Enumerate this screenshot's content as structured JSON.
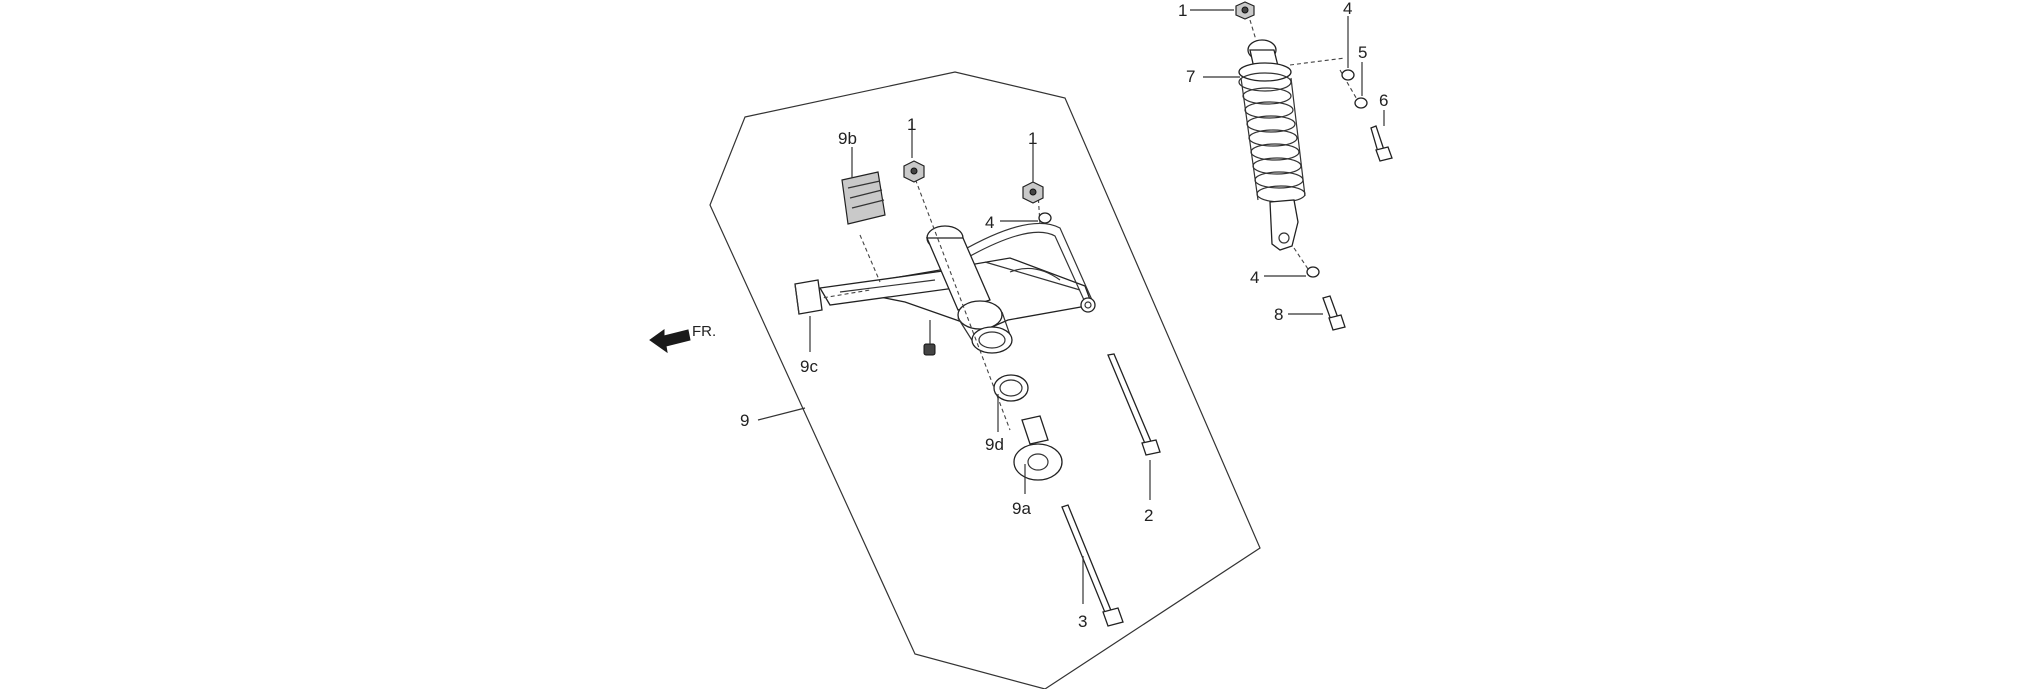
{
  "labels": {
    "l1a": "1",
    "l1b": "1",
    "l1c": "1",
    "l2": "2",
    "l3": "3",
    "l4a": "4",
    "l4b": "4",
    "l4c": "4",
    "l5": "5",
    "l6": "6",
    "l7": "7",
    "l8": "8",
    "l9": "9",
    "l9a": "9a",
    "l9b": "9b",
    "l9c": "9c",
    "l9d": "9d"
  },
  "front_indicator": "FR.",
  "colors": {
    "line": "#333333",
    "part_fill": "#ffffff",
    "shade": "#c9c9c9",
    "dark": "#444444"
  }
}
